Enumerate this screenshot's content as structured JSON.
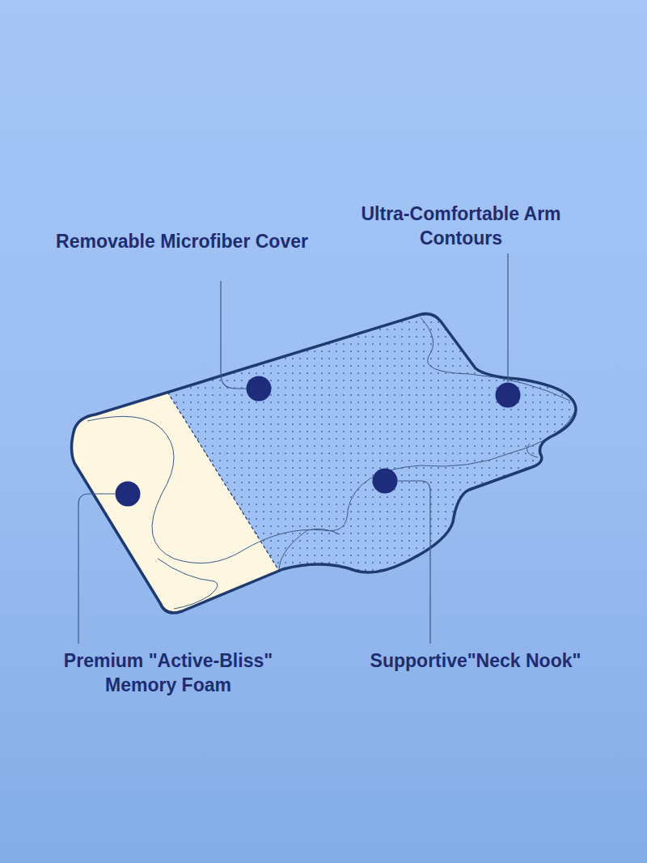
{
  "diagram": {
    "labels": [
      "Removable Microfiber Cover",
      "Ultra-Comfortable Arm Contours",
      "Premium \"Active-Bliss\" Memory Foam",
      "Supportive\"Neck Nook\""
    ]
  }
}
